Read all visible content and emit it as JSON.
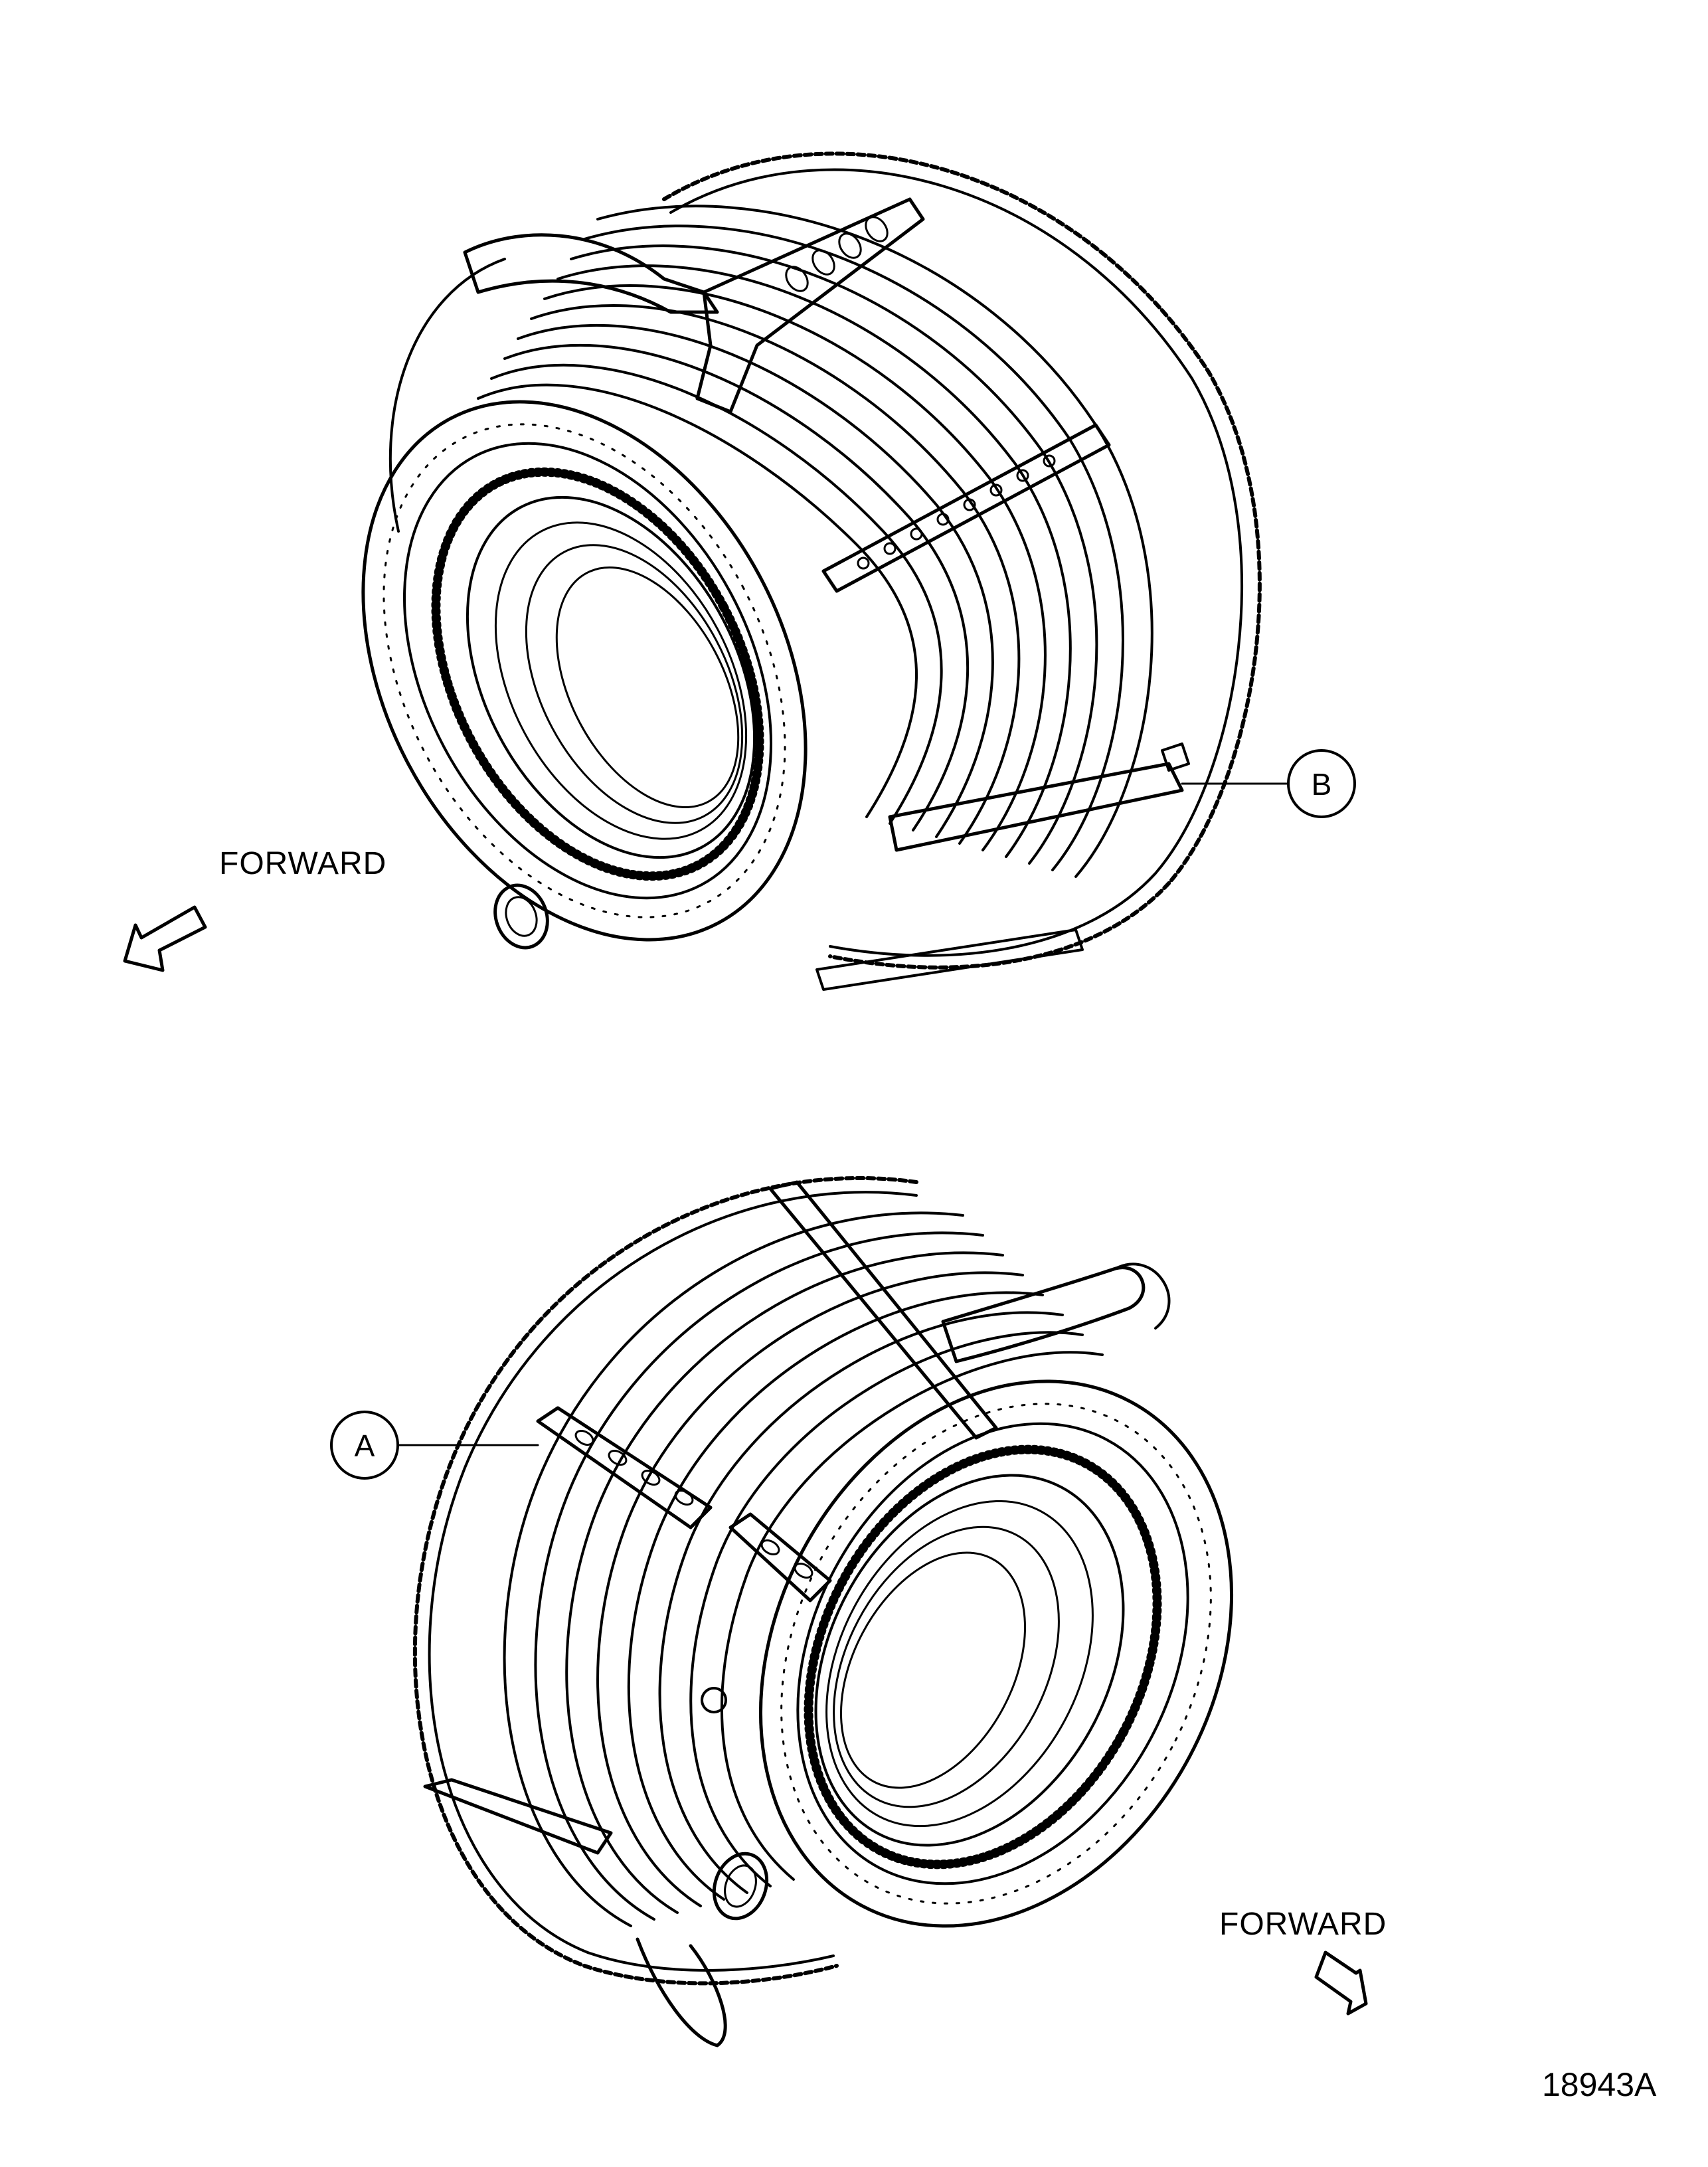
{
  "figure": {
    "figure_number": "18943A",
    "line_color": "#000000",
    "background": "#ffffff"
  },
  "top_view": {
    "direction_label": "FORWARD",
    "direction_arrow": "arrow-down-left",
    "callout": {
      "letter": "B"
    }
  },
  "bottom_view": {
    "direction_label": "FORWARD",
    "direction_arrow": "arrow-down-right",
    "callout": {
      "letter": "A"
    }
  }
}
